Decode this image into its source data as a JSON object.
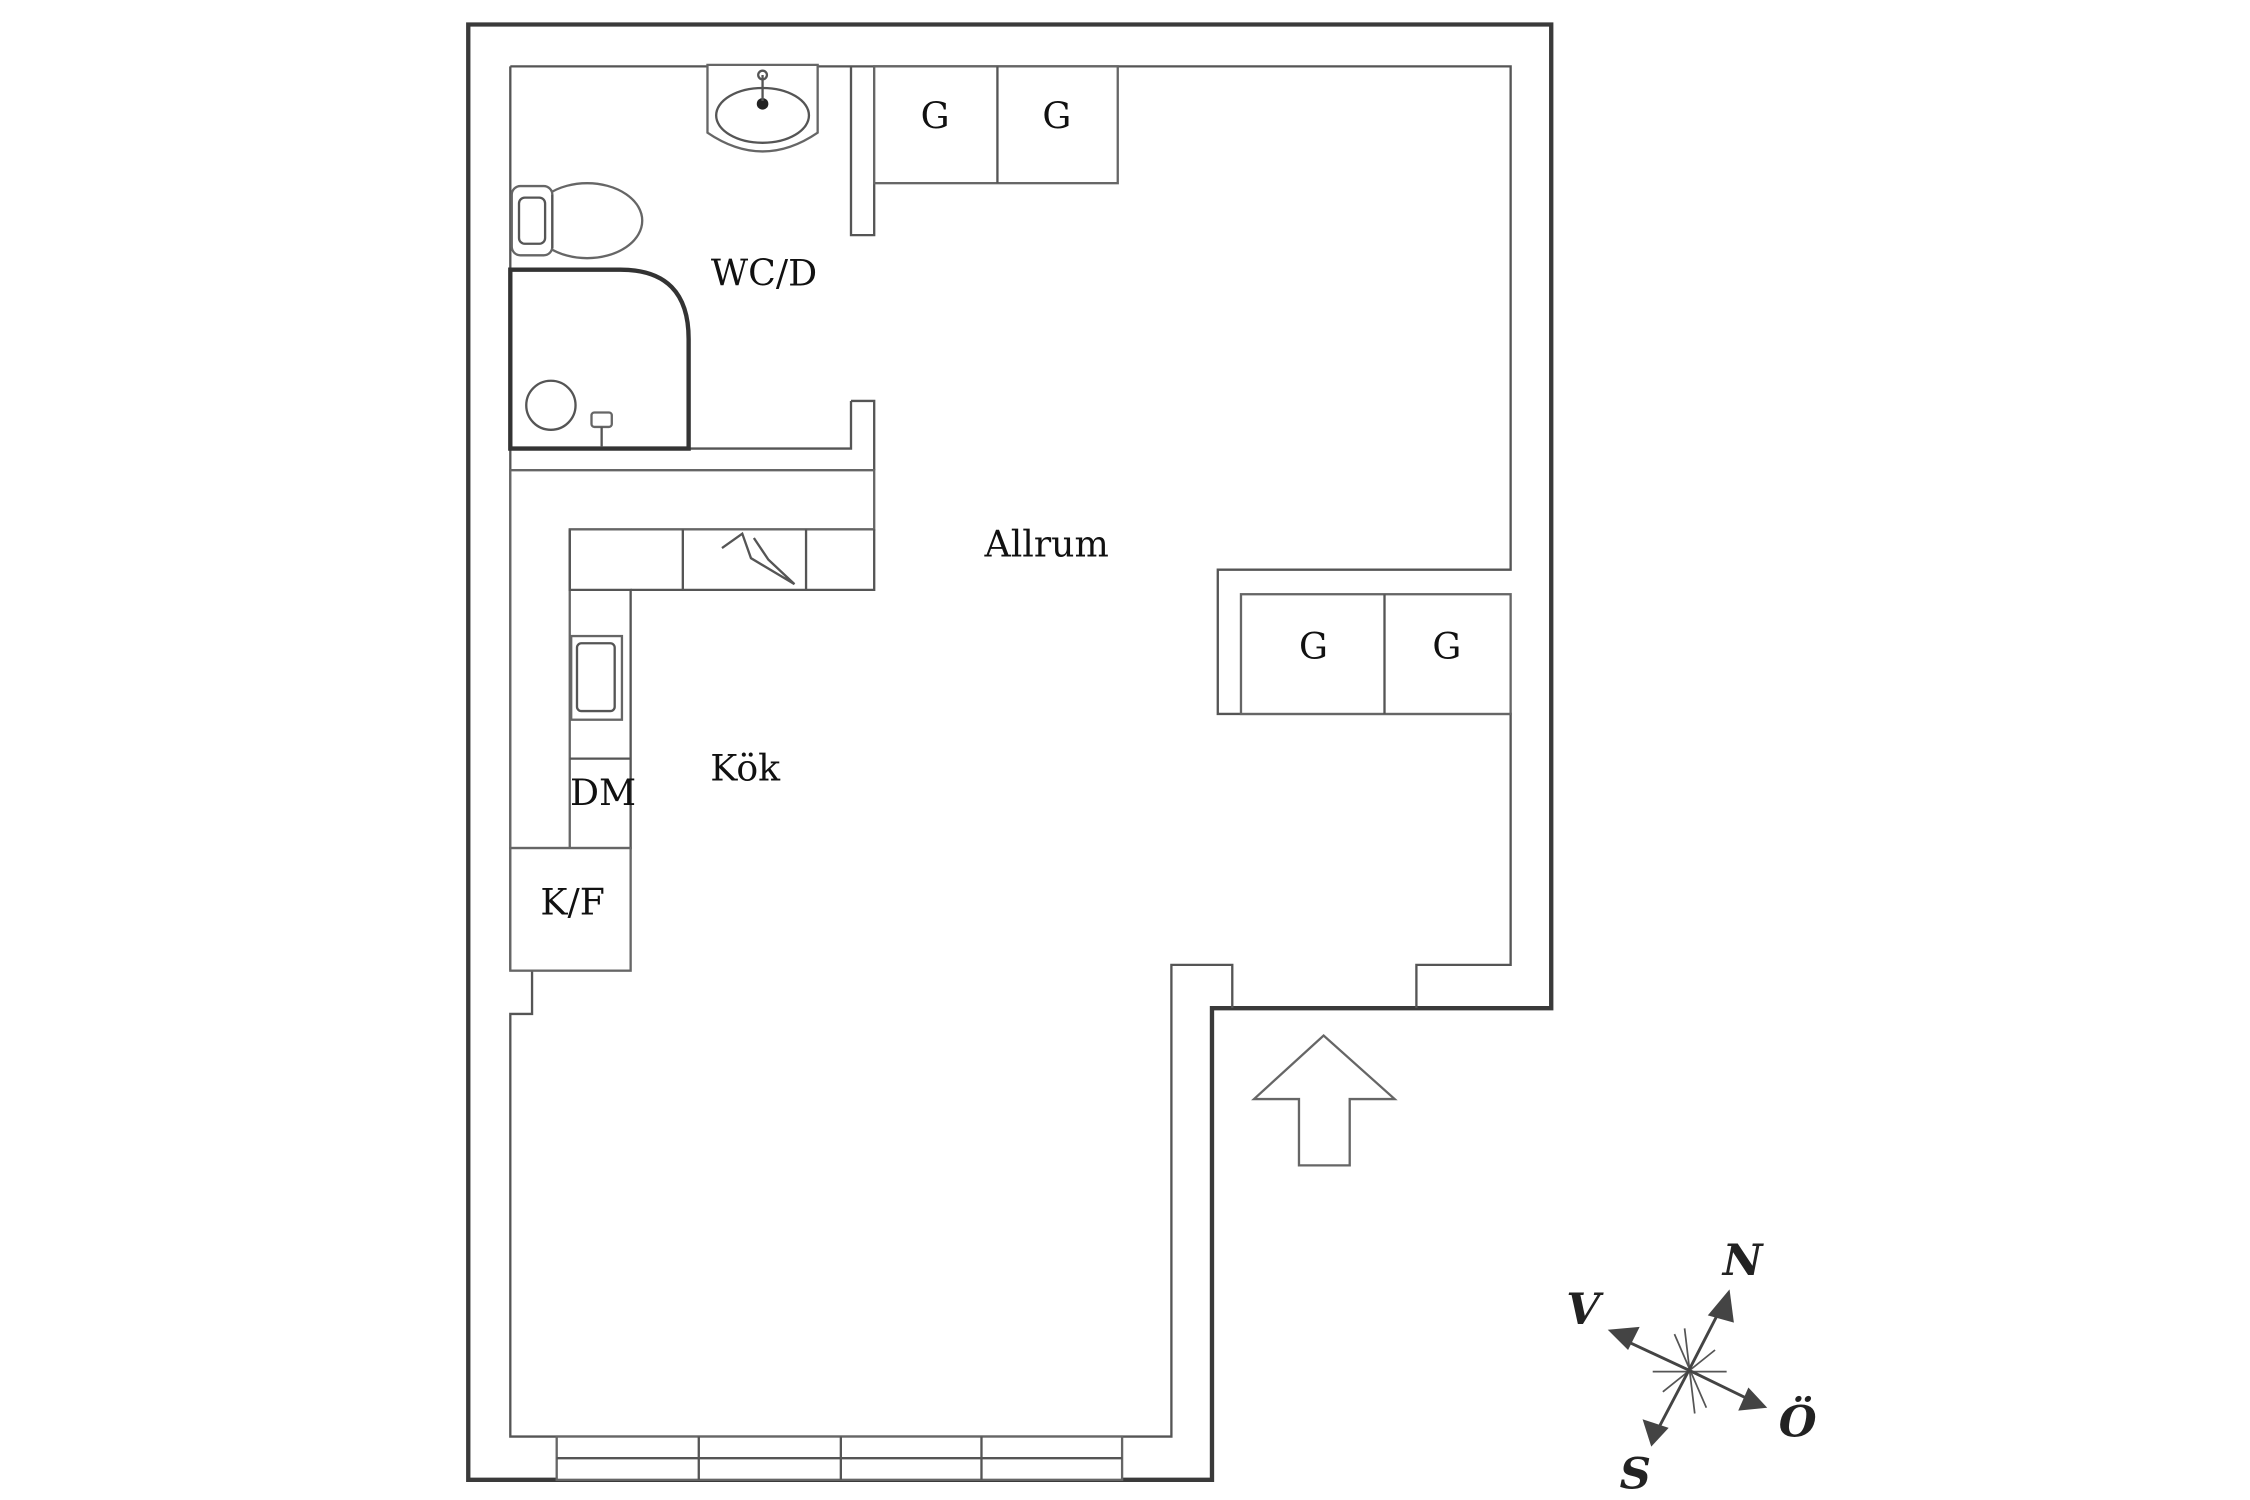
{
  "rooms": {
    "wc": "WC/D",
    "living": "Allrum",
    "kitchen": "Kök",
    "dishwasher": "DM",
    "fridge_freezer": "K/F",
    "wardrobe_top_1": "G",
    "wardrobe_top_2": "G",
    "wardrobe_right_1": "G",
    "wardrobe_right_2": "G"
  },
  "compass": {
    "north": "N",
    "east": "Ö",
    "south": "S",
    "west": "V"
  },
  "colors": {
    "walls": "#3a3a3a",
    "lines": "#666666",
    "compass_arrows": "#444444"
  }
}
